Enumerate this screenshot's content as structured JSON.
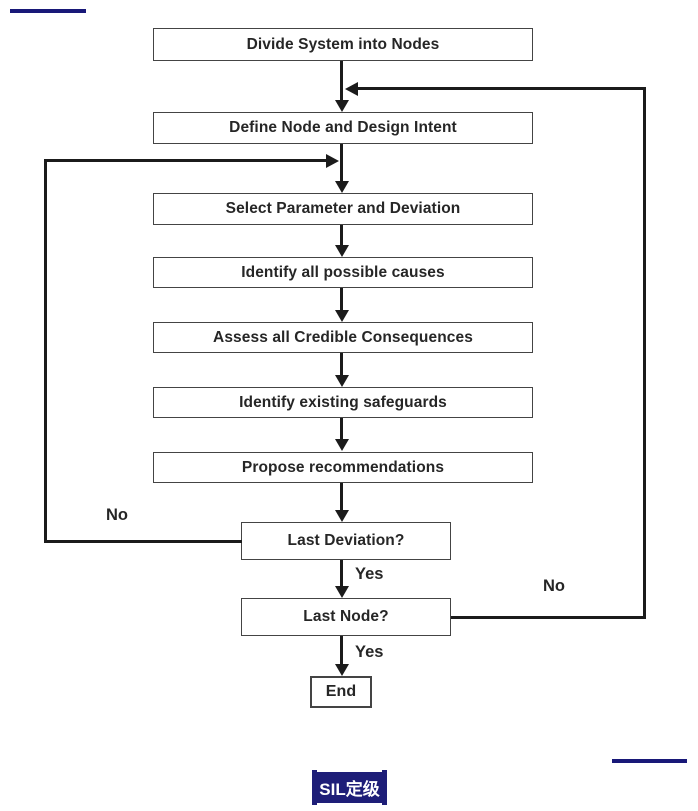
{
  "colors": {
    "page_bg": "#ffffff",
    "accent": "#181878",
    "line": "#1b1b1b",
    "box_border": "#444444",
    "text": "#262626",
    "badge_bg": "#1e1e78",
    "badge_text": "#ffffff"
  },
  "flowchart": {
    "nodes": [
      {
        "id": "divide",
        "label": "Divide System into Nodes"
      },
      {
        "id": "define",
        "label": "Define Node and Design Intent"
      },
      {
        "id": "select",
        "label": "Select Parameter and Deviation"
      },
      {
        "id": "causes",
        "label": "Identify all possible causes"
      },
      {
        "id": "assess",
        "label": "Assess all Credible Consequences"
      },
      {
        "id": "safeguard",
        "label": "Identify existing safeguards"
      },
      {
        "id": "propose",
        "label": "Propose recommendations"
      },
      {
        "id": "lastdev",
        "label": "Last Deviation?"
      },
      {
        "id": "lastnode",
        "label": "Last Node?"
      },
      {
        "id": "end",
        "label": "End"
      }
    ],
    "edge_labels": {
      "last_deviation_no": "No",
      "last_deviation_yes": "Yes",
      "last_node_no": "No",
      "last_node_yes": "Yes"
    }
  },
  "footer": {
    "badge": "SIL定级"
  }
}
